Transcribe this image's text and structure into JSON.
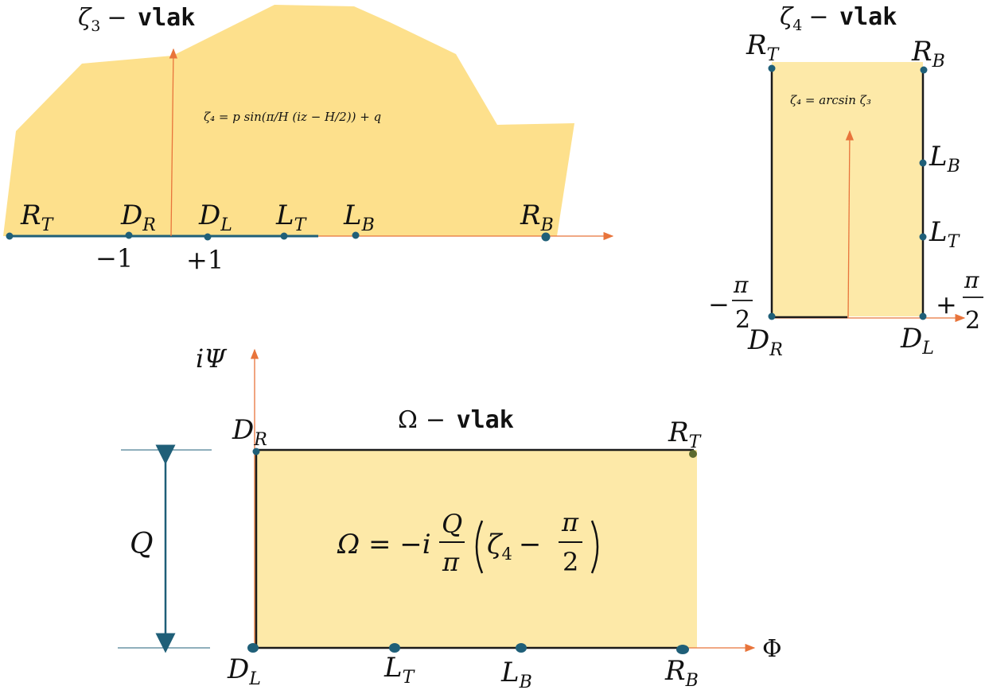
{
  "colors": {
    "fill_region": "#fde08c",
    "fill_rect": "#fde9a8",
    "axis": "#e8743b",
    "edge": "#1f5f78",
    "point": "#1f5f78"
  },
  "zeta3_plane": {
    "title_var": "ζ",
    "title_sub": "3",
    "title_rest": "− ",
    "title_mono": "vlak",
    "formula": "ζ₄ = p sin(π/H (iz − H/2)) + q",
    "points": [
      {
        "main": "R",
        "sub": "T"
      },
      {
        "main": "D",
        "sub": "R"
      },
      {
        "main": "D",
        "sub": "L"
      },
      {
        "main": "L",
        "sub": "T"
      },
      {
        "main": "L",
        "sub": "B"
      },
      {
        "main": "R",
        "sub": "B"
      }
    ],
    "ticks": [
      "−1",
      "+1"
    ]
  },
  "zeta4_plane": {
    "title_var": "ζ",
    "title_sub": "4",
    "title_rest": "− ",
    "title_mono": "vlak",
    "formula": "ζ₄ = arcsin ζ₃",
    "corners": [
      {
        "main": "R",
        "sub": "T"
      },
      {
        "main": "R",
        "sub": "B"
      },
      {
        "main": "D",
        "sub": "R"
      },
      {
        "main": "D",
        "sub": "L"
      }
    ],
    "side_points": [
      {
        "main": "L",
        "sub": "B"
      },
      {
        "main": "L",
        "sub": "T"
      }
    ],
    "tick_left_sign": "−",
    "tick_right_sign": "+",
    "tick_num": "π",
    "tick_den": "2"
  },
  "omega_plane": {
    "title_greek": "Ω",
    "title_rest": "− ",
    "title_mono": "vlak",
    "y_axis_label": "iΨ",
    "x_axis_label": "Φ",
    "height_label": "Q",
    "formula_lhs": "Ω = −i",
    "formula_frac_num": "Q",
    "formula_frac_den": "π",
    "formula_inner": "ζ",
    "formula_inner_sub": "4",
    "formula_minus": "−",
    "formula_frac2_num": "π",
    "formula_frac2_den": "2",
    "corners": [
      {
        "main": "D",
        "sub": "R"
      },
      {
        "main": "R",
        "sub": "T"
      },
      {
        "main": "D",
        "sub": "L"
      },
      {
        "main": "R",
        "sub": "B"
      }
    ],
    "bottom_points": [
      {
        "main": "L",
        "sub": "T"
      },
      {
        "main": "L",
        "sub": "B"
      }
    ]
  }
}
